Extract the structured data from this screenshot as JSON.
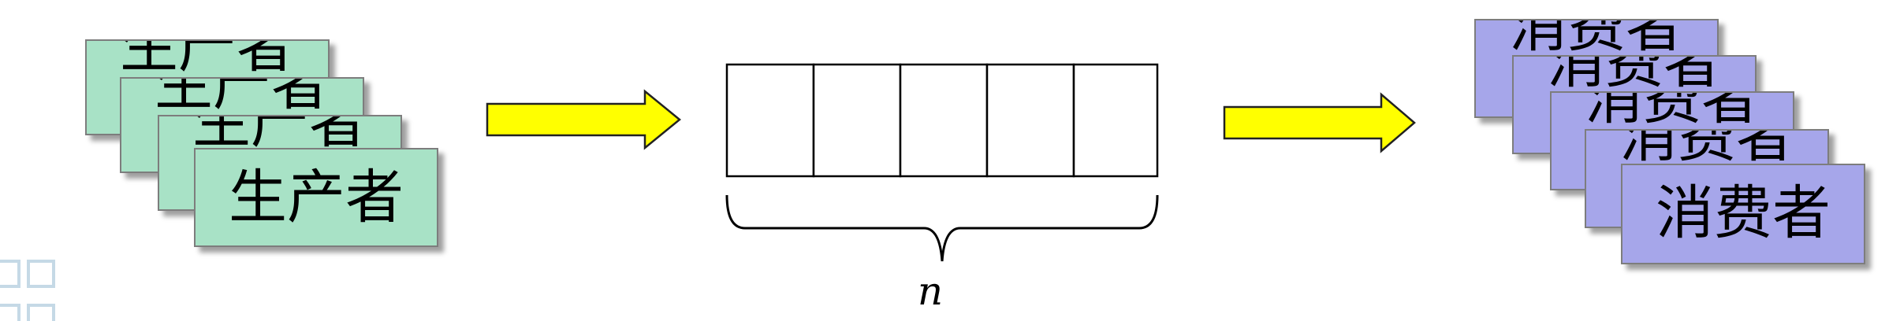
{
  "producers": {
    "label": "生产者",
    "count": 4,
    "fill_color": "#a8e2c6",
    "border_color": "#7d7d7d"
  },
  "consumers": {
    "label": "消费者",
    "count": 5,
    "fill_color": "#a6a6ea",
    "border_color": "#7d7d7d"
  },
  "buffer": {
    "slot_count": 5,
    "size_label": "n"
  },
  "arrows": {
    "fill_color": "#ffff00",
    "stroke_color": "#222222"
  },
  "decoration": "corner-square-icon"
}
